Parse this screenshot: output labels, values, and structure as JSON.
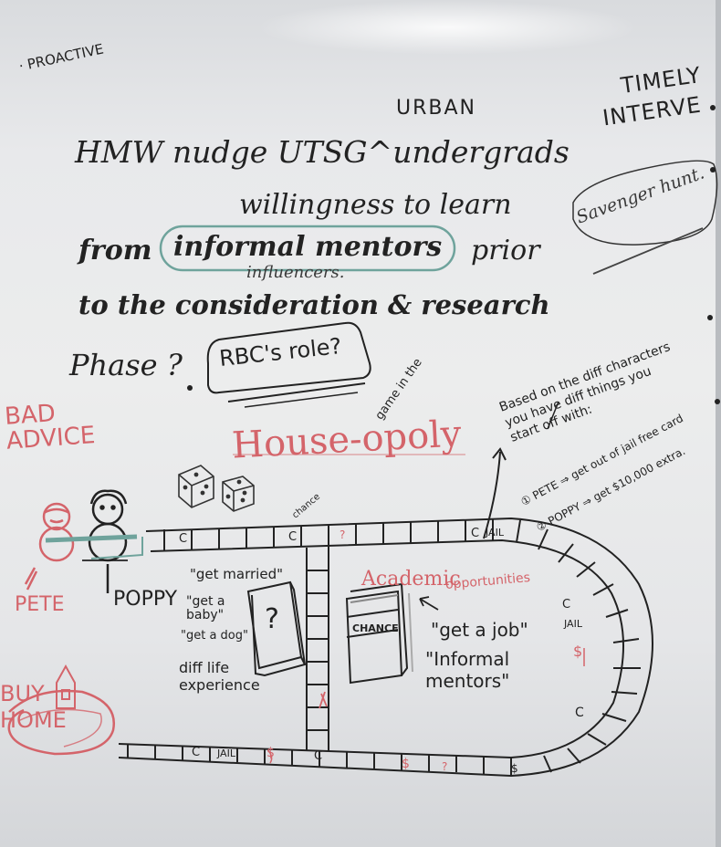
{
  "colors": {
    "board": "#eceded",
    "marker_black": "#222222",
    "marker_red": "#d4646a",
    "marker_teal": "#6fa39c"
  },
  "notes": {
    "proactive": "· PROACTIVE",
    "urban": "URBAN",
    "timely": "TIMELY",
    "interve": "INTERVE",
    "hmw_line1": "HMW nudge UTSG^undergrads",
    "hmw_line2": "willingness to learn",
    "hmw_from": "from",
    "informal_mentors": "informal mentors",
    "prior": "prior",
    "influencers": "influencers.",
    "hmw_line4": "to the consideration & research",
    "phase": "Phase ?",
    "rbc_role": "RBC's role?",
    "scavenger_hunt": "Savenger hunt.",
    "bad_advice": "BAD ADVICE",
    "house_opoly": "House-opoly",
    "game_in_the": "game in the",
    "based_on": "Based on the diff characters you have diff things you start off with:",
    "item_1": "① PETE ⇒ get out of jail free card",
    "item_2": "② POPPY ⇒ get $10,000 extra.",
    "pete": "PETE",
    "poppy": "POPPY",
    "get_married": "\"get married\"",
    "get_a_baby": "\"get a baby\"",
    "get_a_dog": "\"get a dog\"",
    "diff_life": "diff life experience",
    "question_mark": "?",
    "academic": "Academic",
    "opportunities": "opportunities",
    "chance": "CHANCE",
    "get_a_job": "\"get a job\"",
    "informal_mentors_2": "\"Informal mentors\"",
    "buy_home": "BUY HOME",
    "chance_small": "chance"
  },
  "board_labels": {
    "c": "C",
    "jail": "JAIL",
    "dollar": "$",
    "q": "?"
  }
}
